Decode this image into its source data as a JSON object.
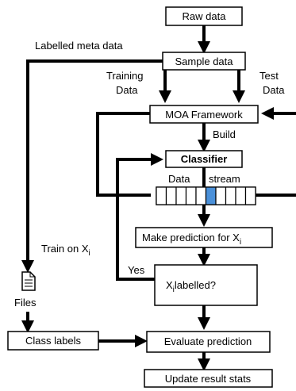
{
  "nodes": {
    "raw_data": "Raw data",
    "sample_data": "Sample data",
    "moa_framework": "MOA Framework",
    "classifier": "Classifier",
    "make_prediction": {
      "text": "Make prediction for X",
      "sub": "i"
    },
    "x_labelled": {
      "pre": "X",
      "sub": "i",
      "post": "labelled?"
    },
    "class_labels": "Class labels",
    "evaluate_prediction": "Evaluate prediction",
    "update_stats": "Update result stats"
  },
  "labels": {
    "labelled_meta": "Labelled meta data",
    "training": "Training",
    "training_data": "Data",
    "test": "Test",
    "test_data": "Data",
    "build": "Build",
    "stream_data": "Data",
    "stream": "stream",
    "train_on": {
      "text": "Train on X",
      "sub": "i"
    },
    "yes": "Yes",
    "files": "Files"
  },
  "stream": {
    "cells": 10,
    "highlight_index": 5,
    "highlight_color": "#4a90d9"
  },
  "colors": {
    "line": "#000000",
    "box_border": "#000000",
    "background": "#ffffff"
  }
}
